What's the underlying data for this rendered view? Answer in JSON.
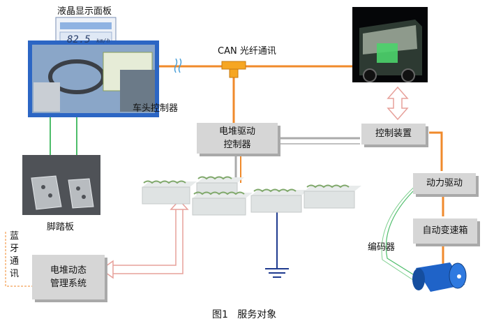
{
  "labels": {
    "lcd_panel": "液晶显示面板",
    "can_fiber": "CAN 光纤通讯",
    "head_controller": "车头控制器",
    "pedal": "脚踏板",
    "encoder": "编码器",
    "bluetooth": [
      "蓝",
      "牙",
      "通",
      "讯"
    ],
    "speed_value": "82.5",
    "speed_unit": "km/h",
    "caption": "图1   服务对象"
  },
  "boxes": {
    "stack_drive_controller": [
      "电堆驱动",
      "控制器"
    ],
    "control_device": "控制装置",
    "power_drive": "动力驱动",
    "auto_gearbox": "自动变速箱",
    "stack_dynamic_mgmt": [
      "电堆动态",
      "管理系统"
    ]
  },
  "colors": {
    "can_line": "#f08a2b",
    "control_line": "#ababab",
    "pedal_line": "#4dbd6a",
    "double_arrow": "#e7a09a",
    "ground": "#1f3b8f",
    "box_fill": "#d6d6d6"
  }
}
